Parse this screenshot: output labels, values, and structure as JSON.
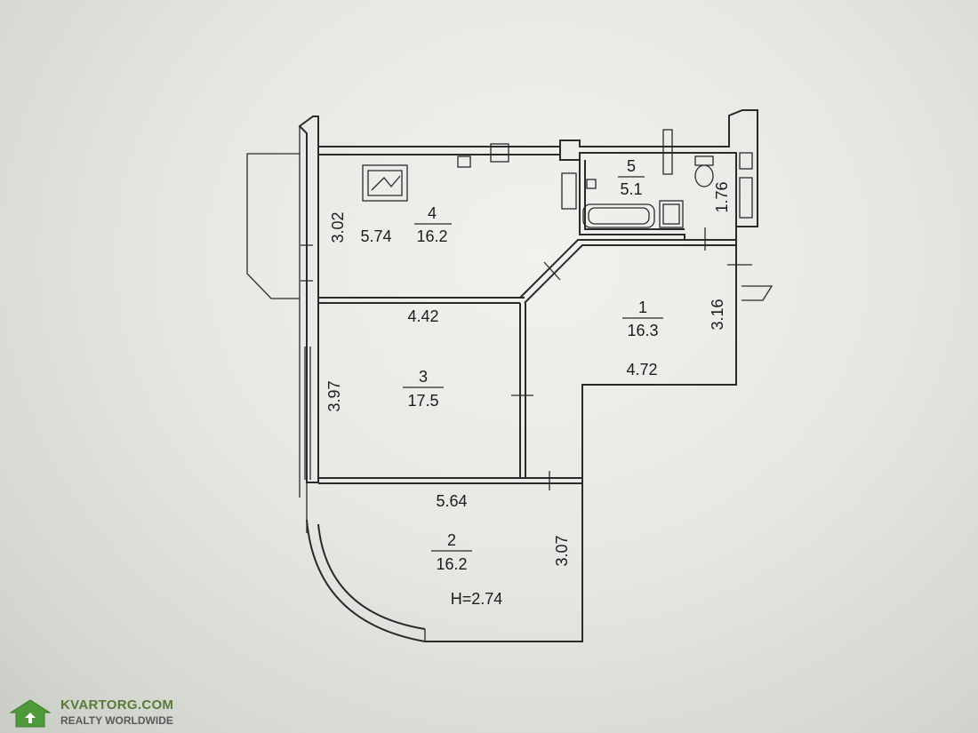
{
  "rooms": [
    {
      "id": "4",
      "number": "4",
      "area": "16.2",
      "dims": [
        "3.02",
        "5.74"
      ]
    },
    {
      "id": "5",
      "number": "5",
      "area": "5.1",
      "dims": [
        "1.76"
      ]
    },
    {
      "id": "1",
      "number": "1",
      "area": "16.3",
      "dims": [
        "3.16",
        "4.72"
      ]
    },
    {
      "id": "3",
      "number": "3",
      "area": "17.5",
      "dims": [
        "4.42",
        "3.97"
      ]
    },
    {
      "id": "2",
      "number": "2",
      "area": "16.2",
      "dims": [
        "5.64",
        "3.07"
      ]
    }
  ],
  "ceiling_height": "H=2.74",
  "watermark": {
    "brand": "KVARTORG.COM",
    "tagline": "REALTY WORLDWIDE"
  }
}
